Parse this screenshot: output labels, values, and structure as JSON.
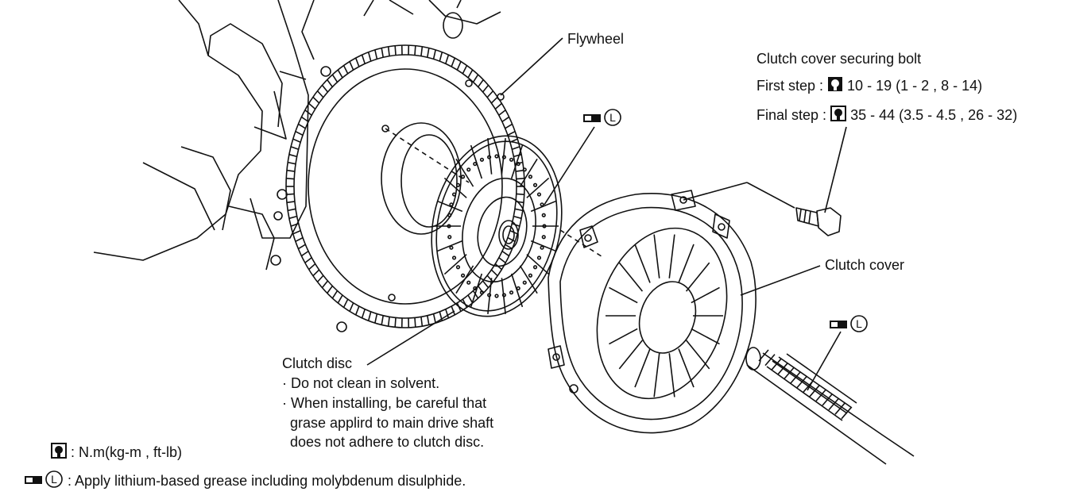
{
  "labels": {
    "flywheel": "Flywheel",
    "clutch_cover": "Clutch cover",
    "bolt_title": "Clutch cover securing bolt",
    "first_step_label": "First step :",
    "first_step_value": "10 - 19 (1 - 2 , 8 - 14)",
    "final_step_label": "Final step :",
    "final_step_value": "35 - 44 (3.5 - 4.5 , 26 - 32)",
    "clutch_disc": "Clutch disc",
    "disc_note_1": "· Do not clean in solvent.",
    "disc_note_2": "· When installing, be careful that",
    "disc_note_3": "grase applird to main drive shaft",
    "disc_note_4": "does not adhere to clutch disc."
  },
  "legend": {
    "torque_text": ": N.m(kg-m , ft-lb)",
    "grease_text": ": Apply lithium-based grease including molybdenum disulphide.",
    "grease_letter": "L"
  },
  "icons": {
    "torque": "torque-wrench-icon",
    "grease": "grease-gun-icon"
  }
}
